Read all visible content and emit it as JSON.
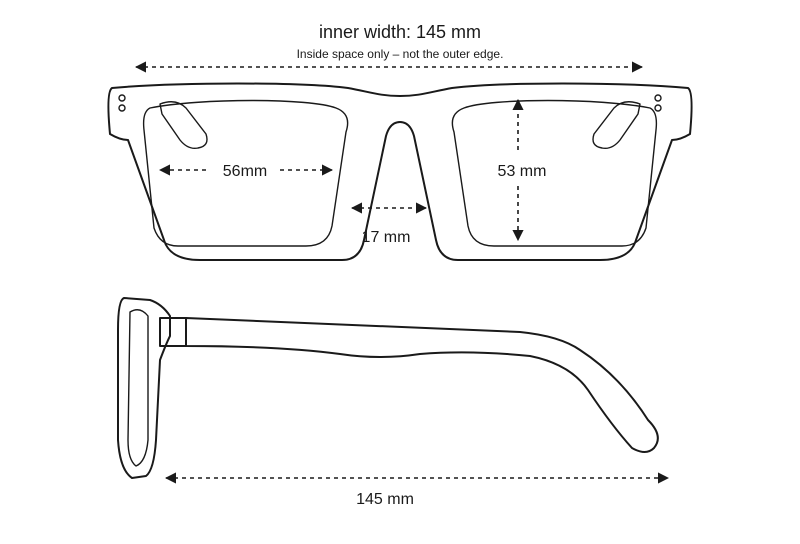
{
  "header": {
    "title": "inner width: 145 mm",
    "subtitle": "Inside space only – not the outer edge."
  },
  "dimensions": {
    "lens_width": "56mm",
    "lens_height": "53 mm",
    "bridge_width": "17 mm",
    "temple_length": "145 mm"
  },
  "colors": {
    "line": "#1a1a1a",
    "background": "#ffffff"
  }
}
